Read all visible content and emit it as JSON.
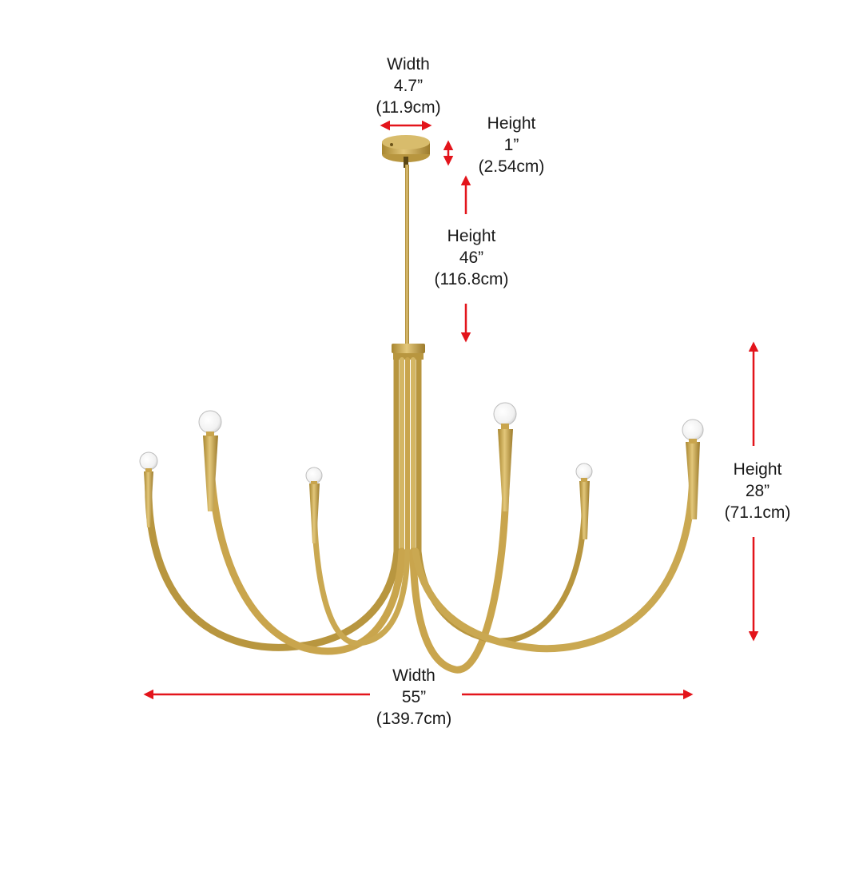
{
  "colors": {
    "background": "#ffffff",
    "brass": "#c9a54d",
    "brass_dark": "#9c7b2c",
    "brass_light": "#e6cd82",
    "arrow": "#e3141b",
    "text": "#1a1a1a"
  },
  "dimensions": {
    "canopy_width": {
      "label": "Width",
      "imperial": "4.7”",
      "metric": "(11.9cm)"
    },
    "canopy_height": {
      "label": "Height",
      "imperial": "1”",
      "metric": "(2.54cm)"
    },
    "rod_height": {
      "label": "Height",
      "imperial": "46”",
      "metric": "(116.8cm)"
    },
    "body_height": {
      "label": "Height",
      "imperial": "28”",
      "metric": "(71.1cm)"
    },
    "body_width": {
      "label": "Width",
      "imperial": "55”",
      "metric": "(139.7cm)"
    }
  },
  "fixture": {
    "name": "brass-chandelier",
    "arm_count": 6,
    "bulb_type": "bulb-icon"
  }
}
